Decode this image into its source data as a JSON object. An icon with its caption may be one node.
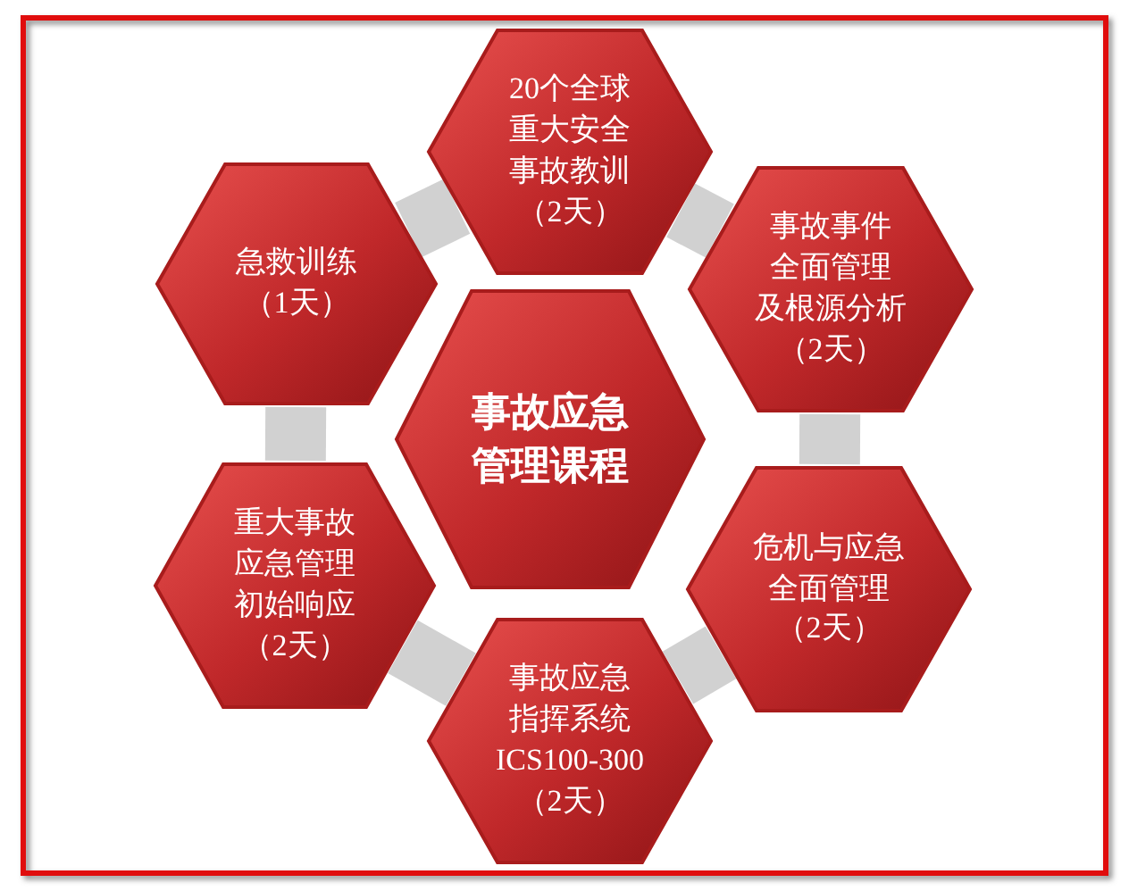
{
  "diagram": {
    "nodes": [
      {
        "text": [
          "20个全球重大安全事故教训",
          "（2天）"
        ]
      },
      {
        "text": [
          "急救训练",
          "（1天）"
        ]
      },
      {
        "text": [
          "事故事件全面管理及根源分析",
          "（2天）"
        ]
      },
      {
        "text": [
          "事故应急管理课程"
        ]
      },
      {
        "text": [
          "重大事故应急管理初始响应",
          "（2天）"
        ]
      },
      {
        "text": [
          "危机与应急全面管理",
          "（2天）"
        ]
      },
      {
        "text": [
          "事故应急指挥系统ICS100-300",
          "（2天）"
        ]
      }
    ],
    "edges": [
      {
        "from": 0,
        "to": 2,
        "arrow": "none"
      },
      {
        "from": 2,
        "to": 5,
        "arrow": "none"
      },
      {
        "from": 5,
        "to": 6,
        "arrow": "none"
      },
      {
        "from": 6,
        "to": 4,
        "arrow": "none"
      },
      {
        "from": 4,
        "to": 1,
        "arrow": "none"
      },
      {
        "from": 1,
        "to": 0,
        "arrow": "none"
      }
    ]
  }
}
